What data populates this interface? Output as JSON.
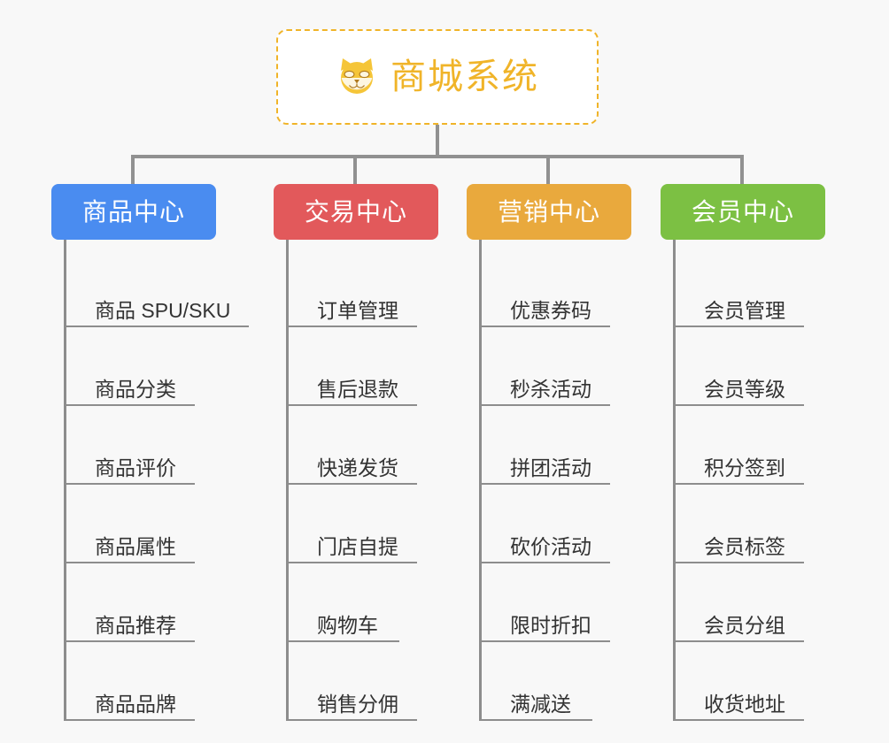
{
  "canvas": {
    "background": "#f8f8f8",
    "connector_color": "#8d8d8d"
  },
  "root": {
    "title": "商城系统",
    "icon": "shiba-inu-dog-face-emoji",
    "accent_color": "#f0b429",
    "border_style": "dashed",
    "background": "#ffffff"
  },
  "columns": [
    {
      "id": "product-center",
      "label": "商品中心",
      "color": "#4a8cf0",
      "items": [
        {
          "label": "商品 SPU/SKU",
          "underline": "uw-long"
        },
        {
          "label": "商品分类",
          "underline": "uw-med"
        },
        {
          "label": "商品评价",
          "underline": "uw-med"
        },
        {
          "label": "商品属性",
          "underline": "uw-med"
        },
        {
          "label": "商品推荐",
          "underline": "uw-med"
        },
        {
          "label": "商品品牌",
          "underline": "uw-med"
        }
      ]
    },
    {
      "id": "trade-center",
      "label": "交易中心",
      "color": "#e2595b",
      "items": [
        {
          "label": "订单管理",
          "underline": "uw-med"
        },
        {
          "label": "售后退款",
          "underline": "uw-med"
        },
        {
          "label": "快递发货",
          "underline": "uw-med"
        },
        {
          "label": "门店自提",
          "underline": "uw-med"
        },
        {
          "label": "购物车",
          "underline": "uw-short"
        },
        {
          "label": "销售分佣",
          "underline": "uw-med"
        }
      ]
    },
    {
      "id": "marketing-center",
      "label": "营销中心",
      "color": "#e9a93d",
      "items": [
        {
          "label": "优惠券码",
          "underline": "uw-med"
        },
        {
          "label": "秒杀活动",
          "underline": "uw-med"
        },
        {
          "label": "拼团活动",
          "underline": "uw-med"
        },
        {
          "label": "砍价活动",
          "underline": "uw-med"
        },
        {
          "label": "限时折扣",
          "underline": "uw-med"
        },
        {
          "label": "满减送",
          "underline": "uw-short"
        }
      ]
    },
    {
      "id": "member-center",
      "label": "会员中心",
      "color": "#7cc043",
      "items": [
        {
          "label": "会员管理",
          "underline": "uw-med"
        },
        {
          "label": "会员等级",
          "underline": "uw-med"
        },
        {
          "label": "积分签到",
          "underline": "uw-med"
        },
        {
          "label": "会员标签",
          "underline": "uw-med"
        },
        {
          "label": "会员分组",
          "underline": "uw-med"
        },
        {
          "label": "收货地址",
          "underline": "uw-med"
        }
      ]
    }
  ]
}
